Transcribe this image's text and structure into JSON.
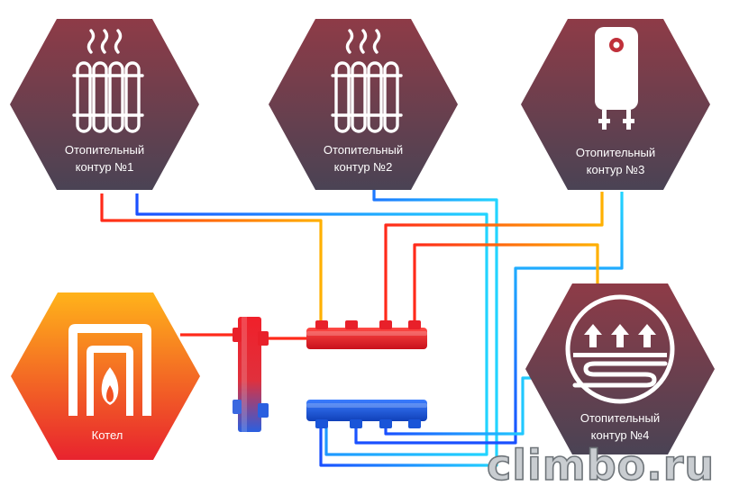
{
  "nodes": {
    "circuit1": {
      "line1": "Отопительный",
      "line2": "контур  №1",
      "icon": "radiator-icon"
    },
    "circuit2": {
      "line1": "Отопительный",
      "line2": "контур  №2",
      "icon": "radiator-icon"
    },
    "circuit3": {
      "line1": "Отопительный",
      "line2": "контур  №3",
      "icon": "water-heater-icon"
    },
    "circuit4": {
      "line1": "Отопительный",
      "line2": "контур  №4",
      "icon": "underfloor-heating-icon"
    },
    "boiler": {
      "label": "Котел",
      "icon": "boiler-flame-icon"
    }
  },
  "watermark": "climbo.ru",
  "colors": {
    "hex_dark_top": "#8e3b47",
    "hex_dark_bottom": "#4a4354",
    "boiler_top": "#ffb31a",
    "boiler_bottom": "#e8232e",
    "hot_pipe": "#ff2a1a",
    "cold_pipe": "#1a63ff",
    "manifold_red": "#f0202a",
    "manifold_blue": "#1a5fe0"
  }
}
